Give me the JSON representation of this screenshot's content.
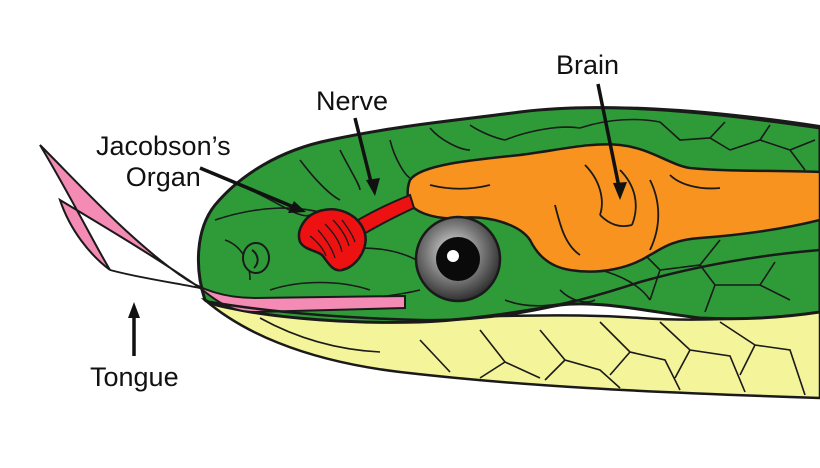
{
  "labels": {
    "brain": "Brain",
    "nerve": "Nerve",
    "jacobsons_organ_line1": "Jacobson’s",
    "jacobsons_organ_line2": "Organ",
    "tongue": "Tongue"
  },
  "colors": {
    "head_green": "#2e9b38",
    "belly_yellow": "#f4f49a",
    "brain_orange": "#f7931e",
    "organ_red": "#ee1111",
    "tongue_pink": "#f38bb5",
    "outline": "#1a1a1a"
  },
  "icons": [
    "eye-icon",
    "nostril-icon",
    "arrow-icon"
  ]
}
